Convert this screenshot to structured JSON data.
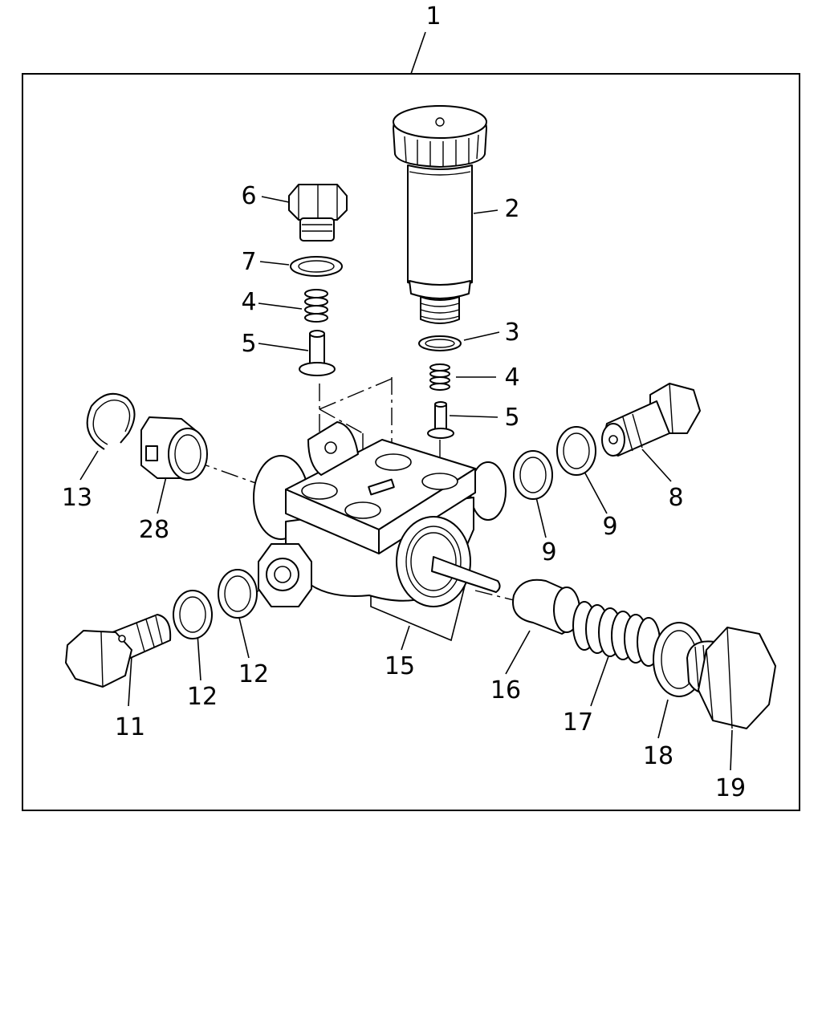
{
  "diagram": {
    "labels": {
      "p1": "1",
      "p2": "2",
      "p3": "3",
      "p4a": "4",
      "p4b": "4",
      "p5a": "5",
      "p5b": "5",
      "p6": "6",
      "p7": "7",
      "p8": "8",
      "p9a": "9",
      "p9b": "9",
      "p11": "11",
      "p12a": "12",
      "p12b": "12",
      "p13": "13",
      "p15": "15",
      "p16": "16",
      "p17": "17",
      "p18": "18",
      "p19": "19",
      "p28": "28"
    }
  }
}
